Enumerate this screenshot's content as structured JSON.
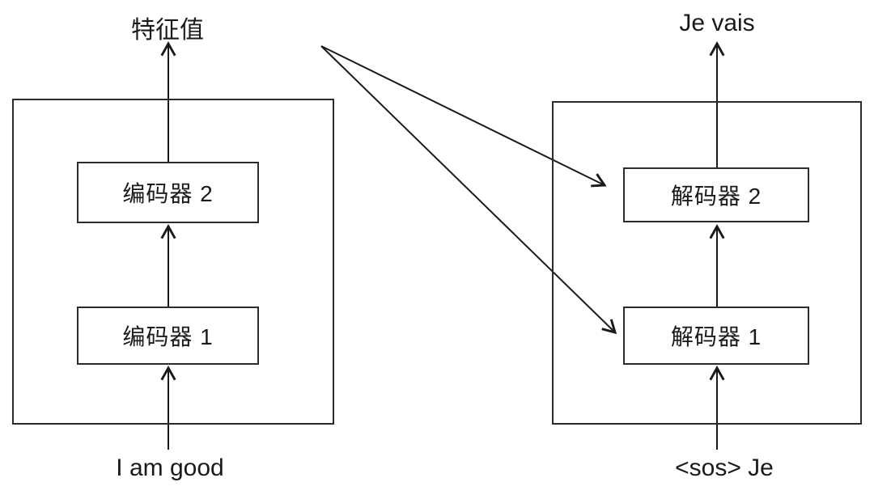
{
  "colors": {
    "background": "#ffffff",
    "line": "#1a1a1a",
    "text": "#1a1a1a"
  },
  "diagram": {
    "encoder": {
      "output_label": "特征值",
      "input_label": "I am good",
      "blocks": [
        {
          "label": "编码器 1"
        },
        {
          "label": "编码器 2"
        }
      ]
    },
    "decoder": {
      "output_label": "Je vais",
      "input_label": "<sos> Je",
      "blocks": [
        {
          "label": "解码器 1"
        },
        {
          "label": "解码器 2"
        }
      ]
    }
  }
}
